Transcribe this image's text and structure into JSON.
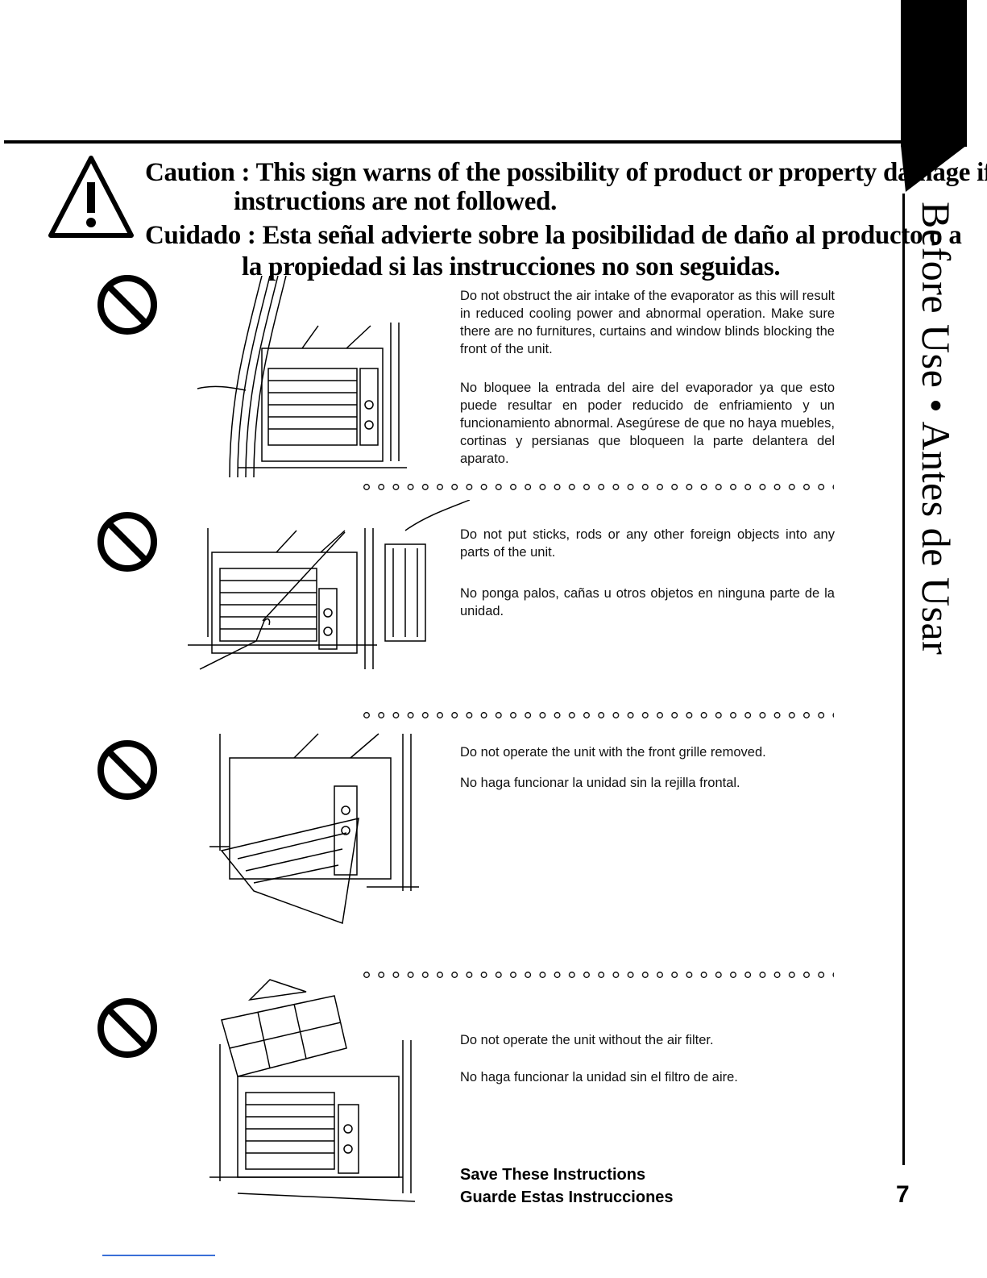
{
  "side_tab": {
    "title": "Before Use • Antes de Usar"
  },
  "page_number": "7",
  "caution": {
    "line1": "Caution : This sign warns of the possibility of product or property damage if",
    "line2": "instructions are not followed.",
    "line3": "Cuidado : Esta señal advierte sobre la posibilidad de daño al producto o a",
    "line4": "la propiedad si las instrucciones no son seguidas."
  },
  "sections": [
    {
      "en": "Do not obstruct the air intake of the evaporator as this will result in reduced cooling power and abnormal operation. Make sure there are no furnitures, curtains and window blinds blocking the front of the unit.",
      "es": "No bloquee la entrada del aire del evaporador ya que esto puede resultar en poder reducido de enfriamiento y un funcionamiento abnormal. Asegúrese de que no haya muebles, cortinas y persianas que bloqueen la parte delantera del aparato."
    },
    {
      "en": "Do not put sticks, rods or any other foreign objects into any parts of the unit.",
      "es": "No ponga palos, cañas u otros objetos en ninguna parte de la unidad."
    },
    {
      "en": "Do not operate the unit with the front grille removed.",
      "es": "No haga funcionar la unidad sin la rejilla frontal."
    },
    {
      "en": "Do not operate the unit without the air filter.",
      "es": "No haga funcionar la unidad sin el filtro de aire."
    }
  ],
  "footer": {
    "save_en": "Save These Instructions",
    "save_es": "Guarde Estas Instrucciones"
  }
}
